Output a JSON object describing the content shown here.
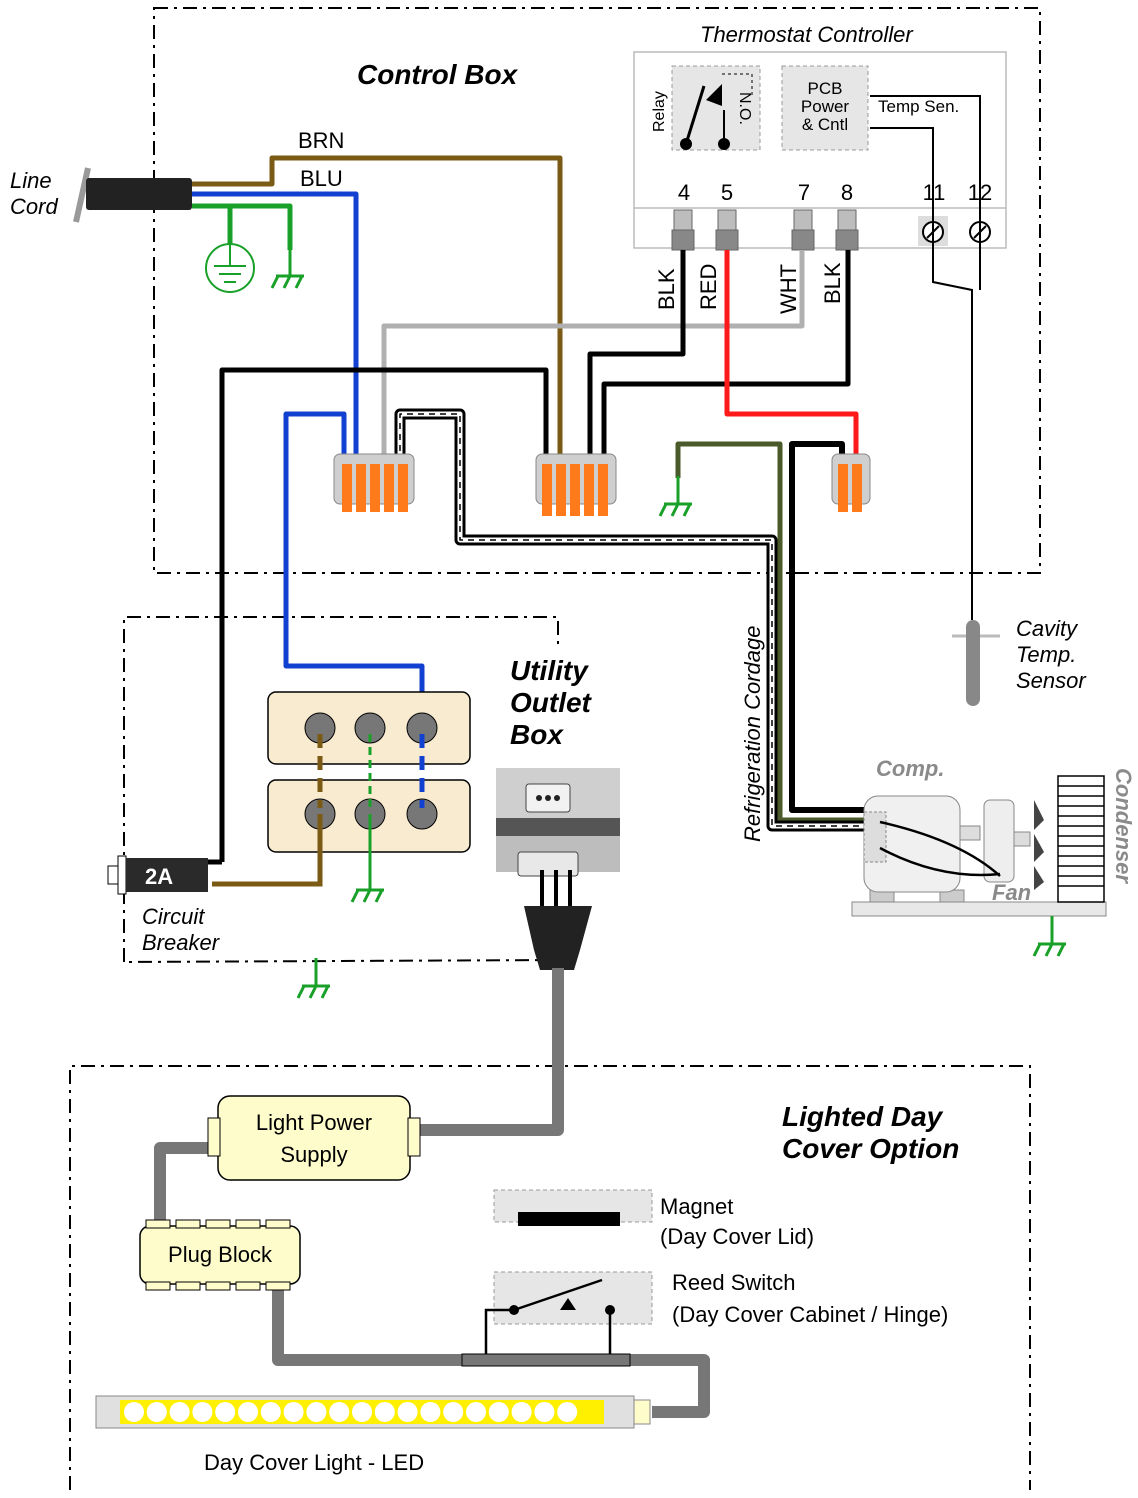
{
  "control_box": {
    "title": "Control Box",
    "thermostat_title": "Thermostat Controller",
    "relay_label": "Relay",
    "no_label": "N.O.",
    "pcb_label": [
      "PCB",
      "Power",
      "& Cntl"
    ],
    "temp_sen_label": "Temp Sen.",
    "terminals": [
      "4",
      "5",
      "7",
      "8",
      "11",
      "12"
    ],
    "wire_labels": {
      "brn": "BRN",
      "blu": "BLU",
      "blk1": "BLK",
      "red": "RED",
      "wht": "WHT",
      "blk2": "BLK"
    },
    "line_cord": [
      "Line",
      "Cord"
    ]
  },
  "utility_box": {
    "title": [
      "Utility",
      "Outlet",
      "Box"
    ],
    "breaker_rating": "2A",
    "breaker_label": [
      "Circuit",
      "Breaker"
    ]
  },
  "refrigeration": {
    "cordage_label": "Refrigeration Cordage",
    "sensor_label": [
      "Cavity",
      "Temp.",
      "Sensor"
    ],
    "comp_label": "Comp.",
    "fan_label": "Fan",
    "condenser_label": "Condenser"
  },
  "day_cover": {
    "title": [
      "Lighted Day",
      "Cover Option"
    ],
    "power_supply": [
      "Light Power",
      "Supply"
    ],
    "plug_block": "Plug Block",
    "magnet": [
      "Magnet",
      "(Day Cover Lid)"
    ],
    "reed_switch": [
      "Reed Switch",
      "(Day Cover Cabinet / Hinge)"
    ],
    "led_label": "Day Cover  Light - LED"
  },
  "colors": {
    "brown": "#7a5a14",
    "blue": "#1240d0",
    "green": "#18a028",
    "gray": "#b0b0b0",
    "red": "#ff1a1a",
    "olive": "#4a5a2a",
    "orange": "#ff7a1a",
    "cream": "#f8ebcf",
    "light_yellow": "#fffccc",
    "led_yellow": "#fff000"
  }
}
